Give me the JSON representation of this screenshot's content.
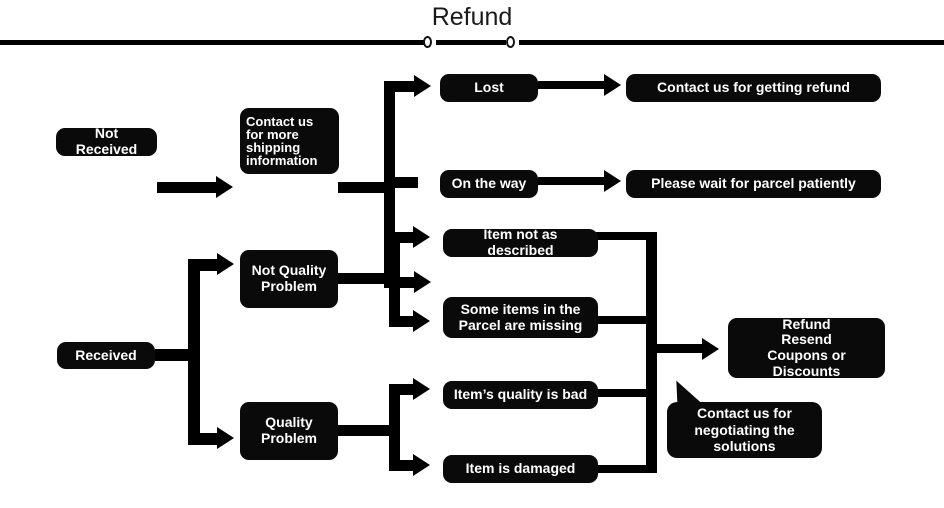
{
  "header": {
    "title": "Refund",
    "rule_color": "#000000",
    "dot_count": 2
  },
  "theme": {
    "node_fill": "#0a0a0a",
    "node_text": "#ffffff",
    "connector": "#000000",
    "background": "#ffffff"
  },
  "chart_data": {
    "type": "diagram",
    "title": "Refund",
    "diagram_kind": "flowchart",
    "nodes": [
      {
        "id": "not-received",
        "label": "Not Received"
      },
      {
        "id": "contact-shipping",
        "label": "Contact us\nfor more\nshipping\ninformation"
      },
      {
        "id": "lost",
        "label": "Lost"
      },
      {
        "id": "on-the-way",
        "label": "On the way"
      },
      {
        "id": "contact-refund",
        "label": "Contact us for getting refund"
      },
      {
        "id": "wait-parcel",
        "label": "Please wait for parcel patiently"
      },
      {
        "id": "received",
        "label": "Received"
      },
      {
        "id": "not-quality-problem",
        "label": "Not Quality\nProblem"
      },
      {
        "id": "quality-problem",
        "label": "Quality\nProblem"
      },
      {
        "id": "not-as-described",
        "label": "Item not as described"
      },
      {
        "id": "items-missing",
        "label": "Some items in the\nParcel are missing"
      },
      {
        "id": "quality-bad",
        "label": "Item’s quality is bad"
      },
      {
        "id": "item-damaged",
        "label": "Item is damaged"
      },
      {
        "id": "refund-resend",
        "label": "Refund\nResend\nCoupons or Discounts"
      },
      {
        "id": "negotiate-callout",
        "label": "Contact us for\nnegotiating the\nsolutions"
      }
    ],
    "edges": [
      {
        "from": "not-received",
        "to": "contact-shipping"
      },
      {
        "from": "contact-shipping",
        "to": "lost"
      },
      {
        "from": "contact-shipping",
        "to": "on-the-way"
      },
      {
        "from": "lost",
        "to": "contact-refund"
      },
      {
        "from": "on-the-way",
        "to": "wait-parcel"
      },
      {
        "from": "received",
        "to": "not-quality-problem"
      },
      {
        "from": "received",
        "to": "quality-problem"
      },
      {
        "from": "not-quality-problem",
        "to": "not-as-described"
      },
      {
        "from": "not-quality-problem",
        "to": "items-missing"
      },
      {
        "from": "quality-problem",
        "to": "quality-bad"
      },
      {
        "from": "quality-problem",
        "to": "item-damaged"
      },
      {
        "from": "not-as-described",
        "to": "refund-resend"
      },
      {
        "from": "items-missing",
        "to": "refund-resend"
      },
      {
        "from": "quality-bad",
        "to": "refund-resend"
      },
      {
        "from": "item-damaged",
        "to": "refund-resend"
      }
    ]
  },
  "nodes": {
    "not_received": "Not Received",
    "contact_shipping": "Contact us\nfor more\nshipping\ninformation",
    "lost": "Lost",
    "on_the_way": "On the way",
    "contact_refund": "Contact us for getting refund",
    "wait_parcel": "Please wait for parcel patiently",
    "received": "Received",
    "not_quality_problem": "Not Quality\nProblem",
    "quality_problem": "Quality\nProblem",
    "not_as_described": "Item not as described",
    "items_missing": "Some items in the\nParcel are missing",
    "quality_bad": "Item’s quality is bad",
    "item_damaged": "Item is damaged",
    "refund_resend": "Refund\nResend\nCoupons or Discounts",
    "negotiate_callout": "Contact us for\nnegotiating the\nsolutions"
  }
}
